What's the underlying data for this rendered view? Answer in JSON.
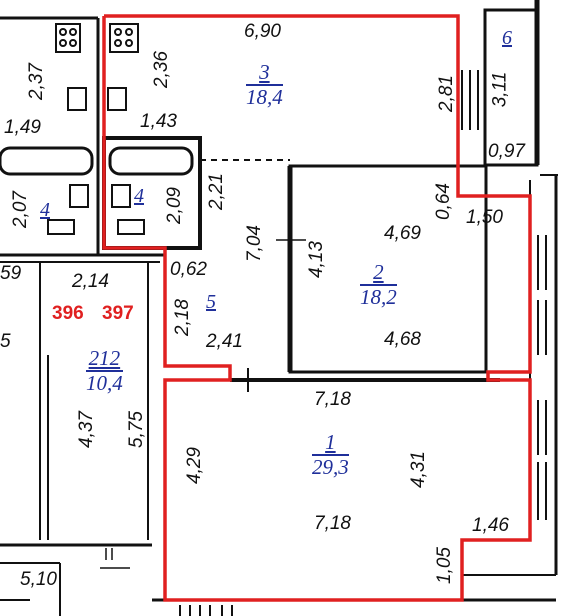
{
  "plan": {
    "rooms": [
      {
        "id": "room-1",
        "number": "1",
        "area": "29,3"
      },
      {
        "id": "room-2",
        "number": "2",
        "area": "18,2"
      },
      {
        "id": "room-3",
        "number": "3",
        "area": "18,4"
      },
      {
        "id": "room-212",
        "number": "212",
        "area": "10,4"
      }
    ],
    "links": {
      "room4_left": "4",
      "room4_right": "4",
      "room5": "5",
      "room6": "6"
    },
    "flats": {
      "left": "396",
      "right": "397"
    },
    "dims": {
      "d690": "6,90",
      "d237": "2,37",
      "d236": "2,36",
      "d281": "2,81",
      "d311": "3,11",
      "d149": "1,49",
      "d143": "1,43",
      "d097": "0,97",
      "d207": "2,07",
      "d221": "2,21",
      "d209": "2,09",
      "d064": "0,64",
      "d150": "1,50",
      "d469": "4,69",
      "d704": "7,04",
      "d413": "4,13",
      "d059": "59",
      "d214": "2,14",
      "d062": "0,62",
      "d218": "2,18",
      "d241": "2,41",
      "d468": "4,68",
      "d718a": "7,18",
      "d437": "4,37",
      "d575": "5,75",
      "d429": "4,29",
      "d431": "4,31",
      "d718b": "7,18",
      "d146": "1,46",
      "d105": "1,05",
      "d510": "5,10",
      "d5": "5"
    },
    "colors": {
      "wall": "#111111",
      "apartment_outline": "#e02020",
      "room_label": "#1f2f9a"
    }
  }
}
